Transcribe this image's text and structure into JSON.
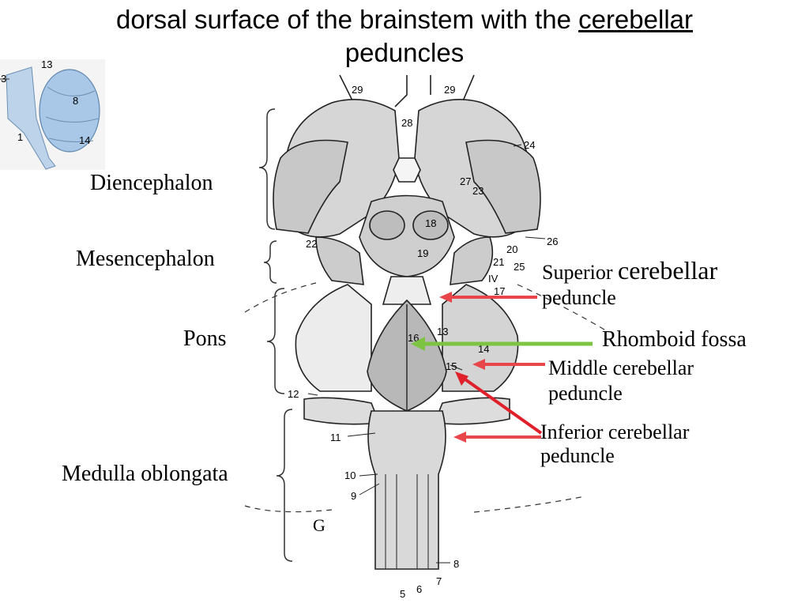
{
  "title": {
    "prefix": "dorsal surface of the brainstem with the ",
    "underlined": "cerebellar",
    "line2": "peduncles"
  },
  "left_labels": {
    "diencephalon": "Diencephalon",
    "mesencephalon": "Mesencephalon",
    "pons": "Pons",
    "medulla": "Medulla oblongata",
    "g": "G"
  },
  "right_labels": {
    "superior_1a": "Superior ",
    "superior_1b": "cerebellar",
    "superior_2": "peduncle",
    "rhomboid": "Rhomboid fossa",
    "middle_1": "Middle  cerebellar",
    "middle_2": "peduncle",
    "inferior_1": "Inferior cerebellar",
    "inferior_2": "peduncle"
  },
  "figure_numbers": [
    "29",
    "29",
    "28",
    "24",
    "27",
    "23",
    "18",
    "22",
    "19",
    "20",
    "26",
    "21",
    "25",
    "IV",
    "17",
    "13",
    "16",
    "14",
    "15",
    "12",
    "11",
    "10",
    "9",
    "8",
    "7",
    "6",
    "5"
  ],
  "inset_numbers": [
    "13",
    "3",
    "8",
    "1",
    "14"
  ],
  "colors": {
    "arrow_red": "#e8464b",
    "arrow_dark_red": "#e0202a",
    "arrow_green": "#7dc442",
    "inset_blue": "#a9c8e8"
  }
}
